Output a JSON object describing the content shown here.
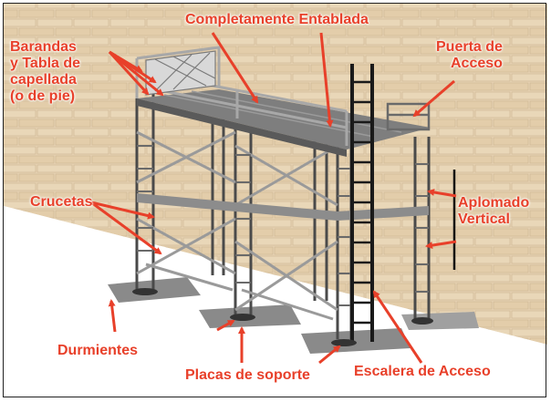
{
  "labels": {
    "barandas": "Barandas\ny Tabla de\ncapellada\n(o de pie)",
    "entablada": "Completamente Entablada",
    "puerta": "Puerta de\nAcceso",
    "crucetas": "Crucetas",
    "aplomado": "Aplomado\nVertical",
    "durmientes": "Durmientes",
    "placas": "Placas de soporte",
    "escalera": "Escalera de Acceso"
  },
  "colors": {
    "label": "#e8402a",
    "brick": "#e6d2b2",
    "mortar": "#f6ecdc",
    "floor": "#ffffff",
    "metal": "#9a9a9a",
    "metal_dark": "#4a4a4a",
    "ladder": "#1a1a1a",
    "sill": "#8a8a8a"
  }
}
